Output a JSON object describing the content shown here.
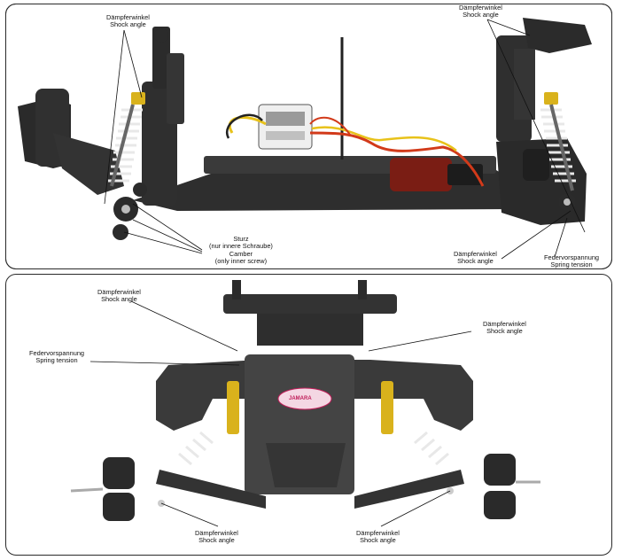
{
  "top_panel": {
    "labels": [
      {
        "lines": [
          "Dämpferwinkel",
          "Shock angle"
        ]
      },
      {
        "lines": [
          "Dämpferwinkel",
          "Shock angle"
        ]
      },
      {
        "lines": [
          "Sturz",
          "(nur innere Schraube)",
          "Camber",
          "(only inner screw)"
        ]
      },
      {
        "lines": [
          "Dämpferwinkel",
          "Shock angle"
        ]
      },
      {
        "lines": [
          "Federvorspannung",
          "Spring tension"
        ]
      }
    ]
  },
  "bottom_panel": {
    "labels": [
      {
        "lines": [
          "Dämpferwinkel",
          "Shock angle"
        ]
      },
      {
        "lines": [
          "Dämpferwinkel",
          "Shock angle"
        ]
      },
      {
        "lines": [
          "Federvorspannung",
          "Spring tension"
        ]
      },
      {
        "lines": [
          "Dämpferwinkel",
          "Shock angle"
        ]
      },
      {
        "lines": [
          "Dämpferwinkel",
          "Shock angle"
        ]
      }
    ]
  },
  "brand_sticker": "JAMARA",
  "colors": {
    "frame": "#2b2b2b",
    "plastic": "#3a3a3a",
    "spring": "#e8e8e8",
    "shock_gold": "#d9b21c",
    "wire_red": "#d23a1a",
    "wire_yellow": "#e8c21a"
  }
}
